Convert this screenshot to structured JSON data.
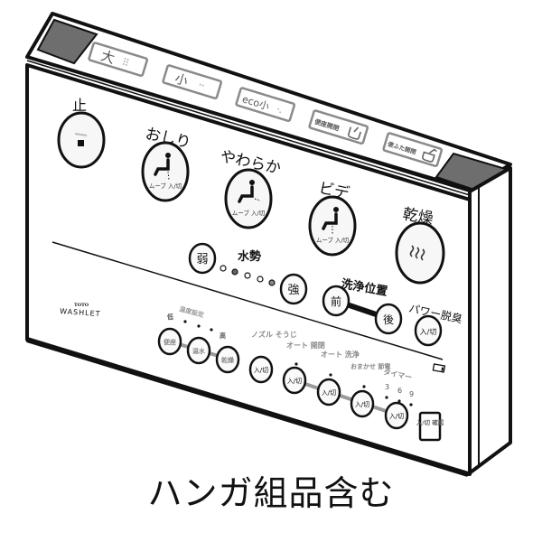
{
  "product": {
    "brand": "TOTO",
    "model_logo": "WASHLET",
    "caption": "ハンガ組品含む"
  },
  "colors": {
    "outline": "#111111",
    "face": "#ffffff",
    "end_cap": "#6e6e6e",
    "top_button_border": "#8a8a8a",
    "connector": "#9a9a9a"
  },
  "top_buttons": [
    {
      "label": "大",
      "braille": "⠿"
    },
    {
      "label": "小",
      "braille": "⠒"
    },
    {
      "label": "eco小",
      "braille": "⠢"
    },
    {
      "label": "便座開閉",
      "icon": "seat-icon"
    },
    {
      "label": "便ふた開閉",
      "icon": "lid-icon"
    }
  ],
  "main_buttons": {
    "stop": {
      "label": "止"
    },
    "oshiri": {
      "label": "おしり",
      "sub": "ムーブ 入/切"
    },
    "yawaraka": {
      "label": "やわらか",
      "sub": "ムーブ 入/切"
    },
    "bidet": {
      "label": "ビデ",
      "sub": "ムーブ 入/切"
    },
    "dry": {
      "label": "乾燥"
    }
  },
  "water_pressure": {
    "title": "水勢",
    "weak": "弱",
    "strong": "強",
    "levels": 5
  },
  "wash_position": {
    "title": "洗浄位置",
    "front": "前",
    "back": "後"
  },
  "power_deodorize": {
    "title": "パワー脱臭",
    "button": "入/切"
  },
  "temperature": {
    "title": "温度設定",
    "low": "低",
    "high": "高",
    "buttons": [
      "便座",
      "温水",
      "乾燥"
    ]
  },
  "bottom_functions": [
    {
      "title": "ノズル\nそうじ",
      "button": "入/切"
    },
    {
      "title": "オート\n開閉",
      "button": "入/切"
    },
    {
      "title": "オート\n洗浄",
      "button": "入/切"
    },
    {
      "title": "おまかせ\n節電",
      "button": "入/切"
    },
    {
      "title": "タイマー",
      "values": [
        "3",
        "6",
        "9"
      ],
      "button": "入/切"
    }
  ],
  "confirm_button": {
    "label": "入/切\n確認"
  },
  "battery_indicator": "battery-icon"
}
